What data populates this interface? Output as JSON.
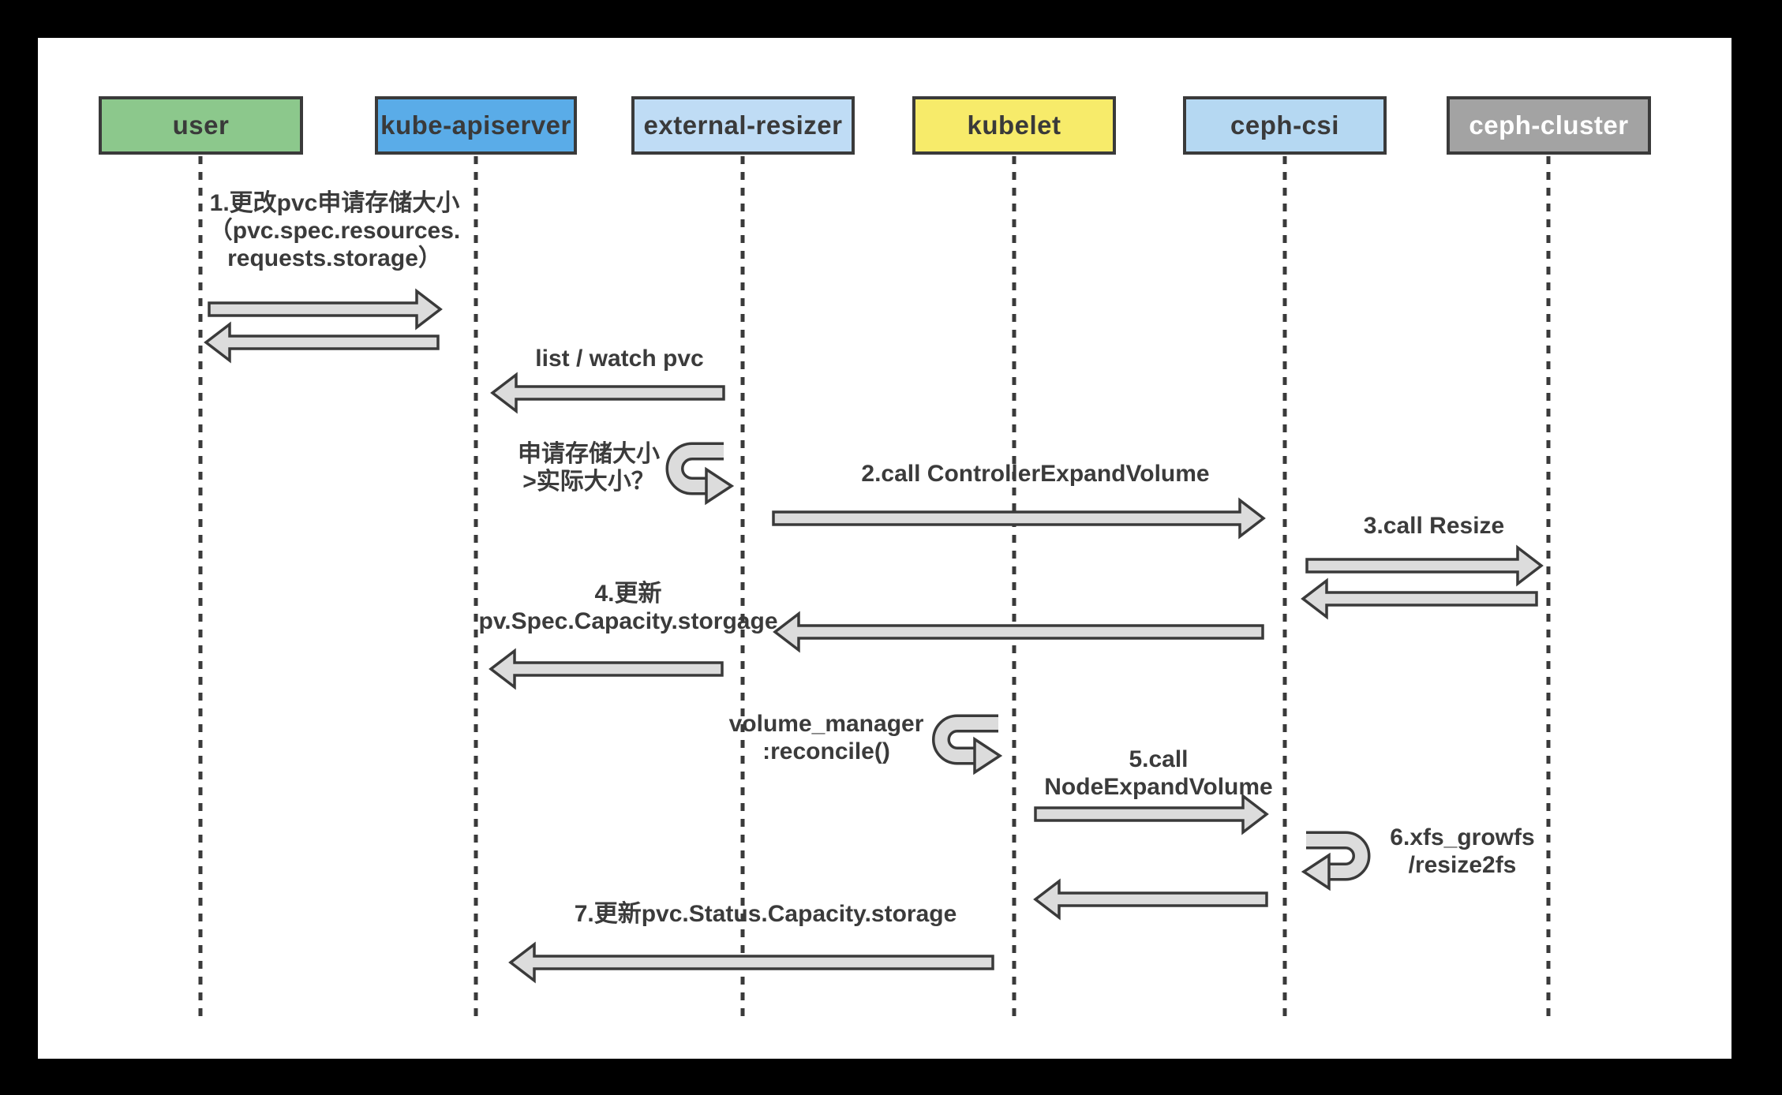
{
  "diagram_title": "pvc-resize-sequence-diagram",
  "colors": {
    "frame": "#000000",
    "canvas": "#ffffff",
    "stroke": "#3a3a3a",
    "arrow_fill": "#dcdcdc",
    "text": "#3b3b3b"
  },
  "actors": [
    {
      "label": "user",
      "fill": "#8cc88c",
      "text_color": "#3a3a3a"
    },
    {
      "label": "kube-apiserver",
      "fill": "#5aace8",
      "text_color": "#3a3a3a"
    },
    {
      "label": "external-resizer",
      "fill": "#bfdcf5",
      "text_color": "#3a3a3a"
    },
    {
      "label": "kubelet",
      "fill": "#f7eb6a",
      "text_color": "#3a3a3a"
    },
    {
      "label": "ceph-csi",
      "fill": "#b5d8f2",
      "text_color": "#3a3a3a"
    },
    {
      "label": "ceph-cluster",
      "fill": "#a3a3a3",
      "text_color": "#ffffff"
    }
  ],
  "messages": {
    "m1": "1.更改pvc申请存储大小\n（pvc.spec.resources.\nrequests.storage）",
    "m_listwatch": "list / watch pvc",
    "m_check": "申请存储大小\n>实际大小？",
    "m2": "2.call ControllerExpandVolume",
    "m3": "3.call Resize",
    "m4": "4.更新\npv.Spec.Capacity.storgage",
    "m_vm": "volume_manager\n:reconcile()",
    "m5": "5.call\nNodeExpandVolume",
    "m6": "6.xfs_growfs\n/resize2fs",
    "m7": "7.更新pvc.Status.Capacity.storage"
  }
}
